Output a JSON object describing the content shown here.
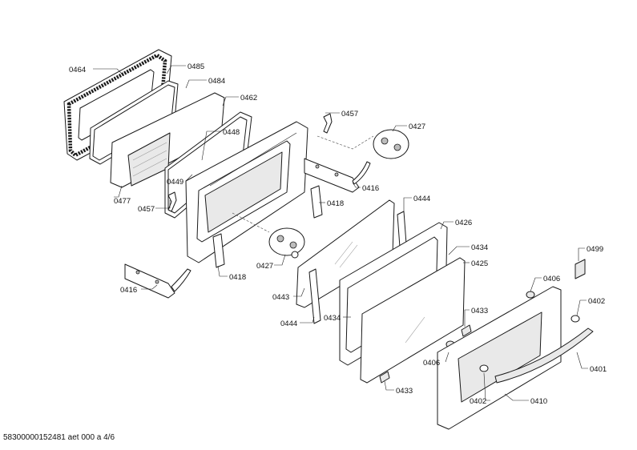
{
  "callouts": [
    {
      "id": "c0464",
      "text": "0464"
    },
    {
      "id": "c0485",
      "text": "0485"
    },
    {
      "id": "c0484",
      "text": "0484"
    },
    {
      "id": "c0462",
      "text": "0462"
    },
    {
      "id": "c0448",
      "text": "0448"
    },
    {
      "id": "c0457a",
      "text": "0457"
    },
    {
      "id": "c0427a",
      "text": "0427"
    },
    {
      "id": "c0477",
      "text": "0477"
    },
    {
      "id": "c0449",
      "text": "0449"
    },
    {
      "id": "c0457b",
      "text": "0457"
    },
    {
      "id": "c0416a",
      "text": "0416"
    },
    {
      "id": "c0418a",
      "text": "0418"
    },
    {
      "id": "c0444a",
      "text": "0444"
    },
    {
      "id": "c0426",
      "text": "0426"
    },
    {
      "id": "c0434a",
      "text": "0434"
    },
    {
      "id": "c0425",
      "text": "0425"
    },
    {
      "id": "c0427b",
      "text": "0427"
    },
    {
      "id": "c0418b",
      "text": "0418"
    },
    {
      "id": "c0416b",
      "text": "0416"
    },
    {
      "id": "c0443",
      "text": "0443"
    },
    {
      "id": "c0444b",
      "text": "0444"
    },
    {
      "id": "c0434b",
      "text": "0434"
    },
    {
      "id": "c0499",
      "text": "0499"
    },
    {
      "id": "c0406a",
      "text": "0406"
    },
    {
      "id": "c0402a",
      "text": "0402"
    },
    {
      "id": "c0433a",
      "text": "0433"
    },
    {
      "id": "c0406b",
      "text": "0406"
    },
    {
      "id": "c0401",
      "text": "0401"
    },
    {
      "id": "c0433b",
      "text": "0433"
    },
    {
      "id": "c0402b",
      "text": "0402"
    },
    {
      "id": "c0410",
      "text": "0410"
    }
  ],
  "footer": {
    "text": "58300000152481 aet 000 a 4/6"
  }
}
